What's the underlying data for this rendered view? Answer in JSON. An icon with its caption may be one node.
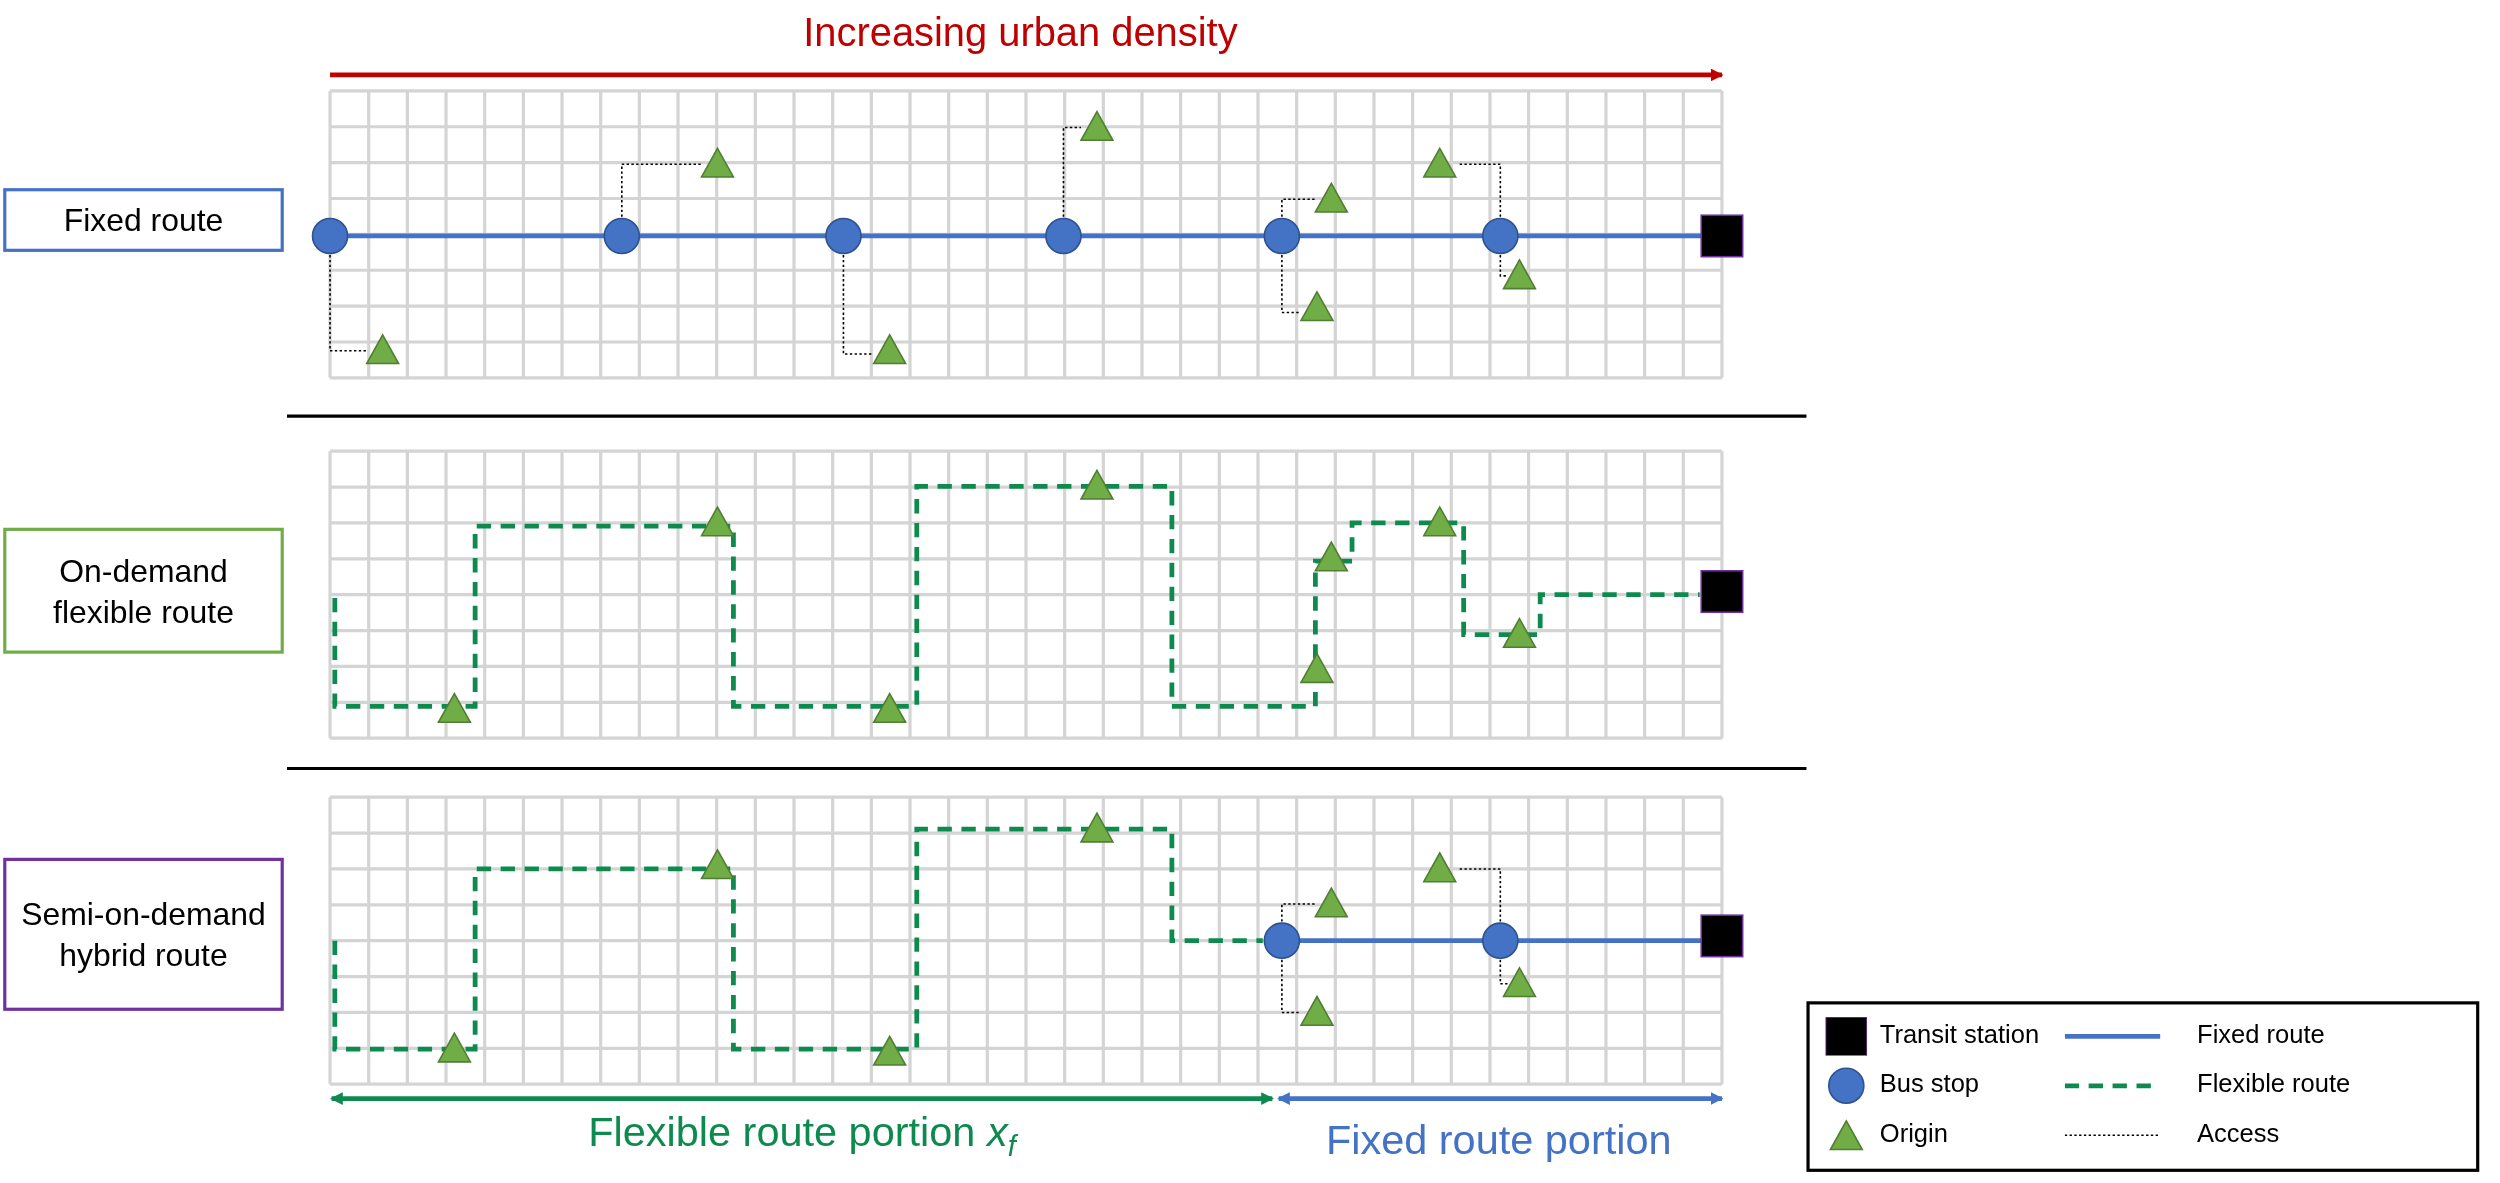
{
  "diagram": {
    "nodes": [
      {
        "text": [
          "Fixed route"
        ]
      },
      {
        "text": [
          "On-demand flexible route"
        ]
      },
      {
        "text": [
          "Semi-on-demand hybrid route"
        ]
      }
    ],
    "labels": [
      "Increasing urban density",
      "Flexible route portion *x*$_{f}$",
      "Fixed route portion"
    ],
    "legend": [
      {
        "text": "Transit station"
      },
      {
        "text": "Fixed route"
      },
      {
        "text": "Bus stop"
      },
      {
        "text": "Flexible route"
      },
      {
        "text": "Origin"
      },
      {
        "text": "Access"
      }
    ]
  }
}
